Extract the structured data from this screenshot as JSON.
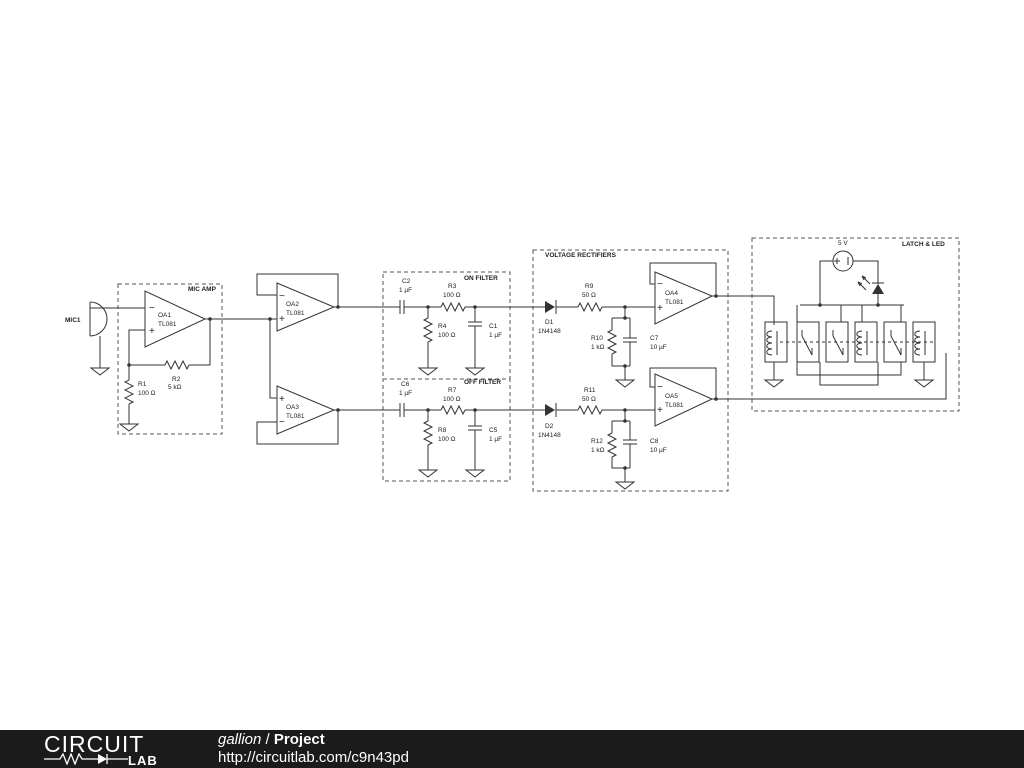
{
  "schematic": {
    "blocks": {
      "mic_amp": "MIC AMP",
      "on_filter": "ON FILTER",
      "off_filter": "OFF FILTER",
      "voltage_rectifiers": "VOLTAGE RECTIFIERS",
      "latch_led": "LATCH & LED"
    },
    "mic": {
      "ref": "MIC1"
    },
    "opamps": [
      {
        "ref": "OA1",
        "part": "TL081"
      },
      {
        "ref": "OA2",
        "part": "TL081"
      },
      {
        "ref": "OA3",
        "part": "TL081"
      },
      {
        "ref": "OA4",
        "part": "TL081"
      },
      {
        "ref": "OA5",
        "part": "TL081"
      }
    ],
    "resistors": [
      {
        "ref": "R1",
        "value": "100 Ω"
      },
      {
        "ref": "R2",
        "value": "5 kΩ"
      },
      {
        "ref": "R3",
        "value": "100 Ω"
      },
      {
        "ref": "R4",
        "value": "100 Ω"
      },
      {
        "ref": "R7",
        "value": "100 Ω"
      },
      {
        "ref": "R8",
        "value": "100 Ω"
      },
      {
        "ref": "R9",
        "value": "50 Ω"
      },
      {
        "ref": "R10",
        "value": "1 kΩ"
      },
      {
        "ref": "R11",
        "value": "50 Ω"
      },
      {
        "ref": "R12",
        "value": "1 kΩ"
      }
    ],
    "capacitors": [
      {
        "ref": "C2",
        "value": "1 µF"
      },
      {
        "ref": "C1",
        "value": "1 µF"
      },
      {
        "ref": "C6",
        "value": "1 µF"
      },
      {
        "ref": "C5",
        "value": "1 µF"
      },
      {
        "ref": "C7",
        "value": "10 µF"
      },
      {
        "ref": "C8",
        "value": "10 µF"
      }
    ],
    "diodes": [
      {
        "ref": "D1",
        "part": "1N4148"
      },
      {
        "ref": "D2",
        "part": "1N4148"
      }
    ],
    "source": {
      "value": "5 V"
    },
    "opamp_pins": {
      "minus": "−",
      "plus": "+"
    }
  },
  "footer": {
    "logo_top": "CIRCUIT",
    "logo_bottom": "LAB",
    "author": "gallion",
    "separator": " / ",
    "project": "Project",
    "url": "http://circuitlab.com/c9n43pd"
  }
}
